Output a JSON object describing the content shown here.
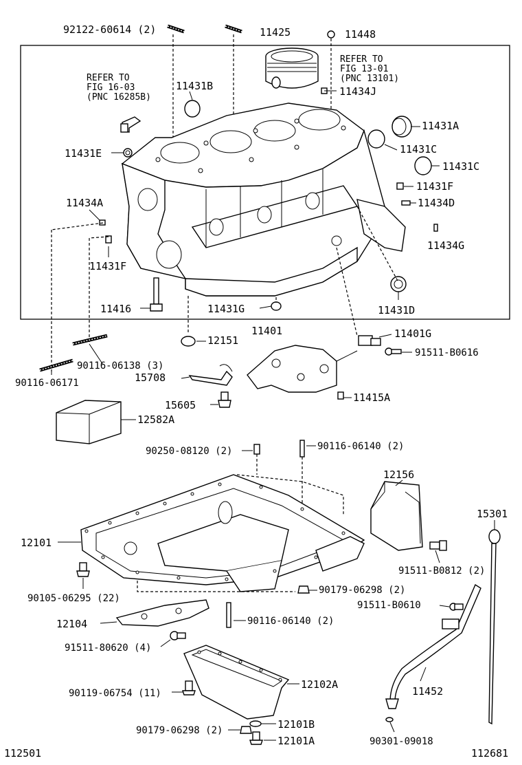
{
  "diagram_id_left": "112501",
  "diagram_id_right": "112681",
  "refer_13": {
    "line1": "REFER TO",
    "line2": "FIG 13-01",
    "line3": "(PNC 13101)"
  },
  "refer_16": {
    "line1": "REFER TO",
    "line2": "FIG 16-03",
    "line3": "(PNC 16285B)"
  },
  "labels": {
    "p92122": "92122-60614 (2)",
    "p11425": "11425",
    "p11448": "11448",
    "p11434J": "11434J",
    "p11431B": "11431B",
    "p11431A": "11431A",
    "p11431E": "11431E",
    "p11431C_1": "11431C",
    "p11431C_2": "11431C",
    "p11431F_r": "11431F",
    "p11434D": "11434D",
    "p11434A": "11434A",
    "p11431F_l": "11431F",
    "p11434G": "11434G",
    "p11416": "11416",
    "p11431G": "11431G",
    "p11431D": "11431D",
    "p11401": "11401",
    "p12151": "12151",
    "p11401G": "11401G",
    "p91511_B0616": "91511-B0616",
    "p90116_06138": "90116-06138 (3)",
    "p15708": "15708",
    "p90116_06171": "90116-06171",
    "p15605": "15605",
    "p11415A": "11415A",
    "p12582A": "12582A",
    "p90250": "90250-08120 (2)",
    "p90116_06140_a": "90116-06140 (2)",
    "p12156": "12156",
    "p15301": "15301",
    "p12101": "12101",
    "p91511_B0812": "91511-B0812 (2)",
    "p90105": "90105-06295 (22)",
    "p90179_a": "90179-06298 (2)",
    "p91511_B0610": "91511-B0610",
    "p12104": "12104",
    "p90116_06140_b": "90116-06140 (2)",
    "p91511_80620": "91511-80620 (4)",
    "p90119": "90119-06754 (11)",
    "p12102A": "12102A",
    "p11452": "11452",
    "p90179_b": "90179-06298 (2)",
    "p12101B": "12101B",
    "p12101A": "12101A",
    "p90301": "90301-09018"
  }
}
